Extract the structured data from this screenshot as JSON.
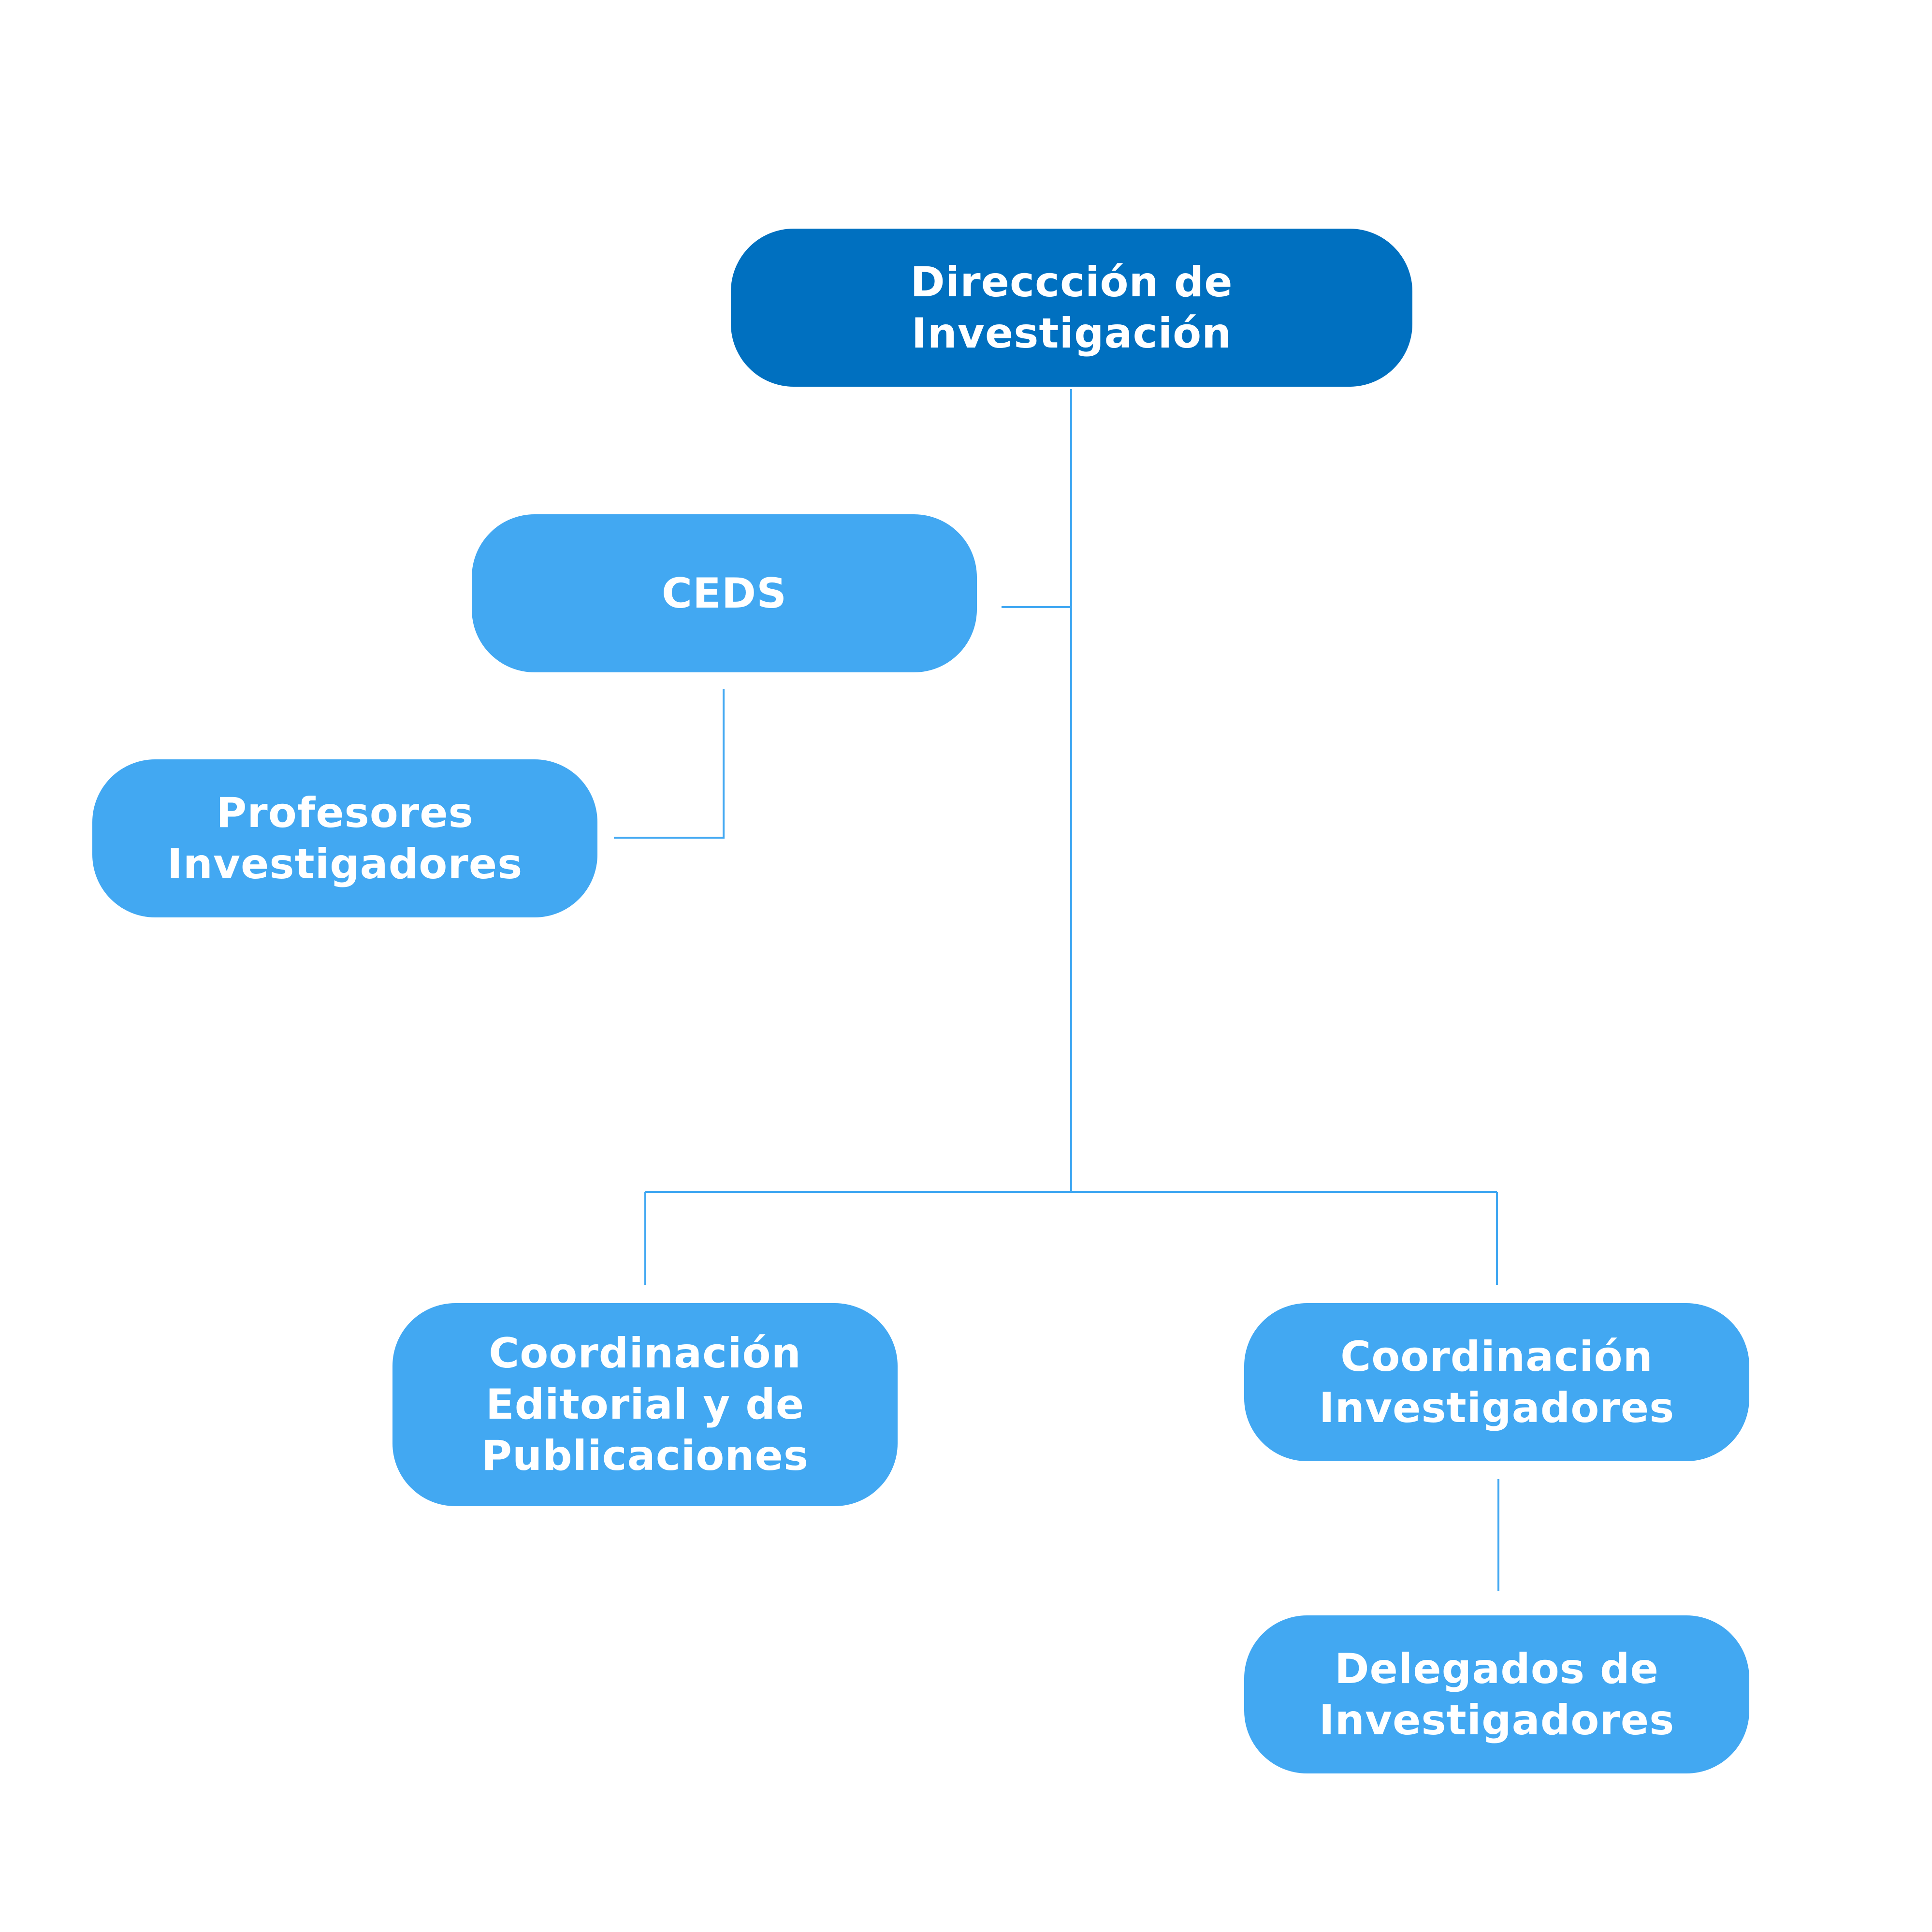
{
  "diagram": {
    "colors": {
      "root_fill": "#0070c0",
      "node_fill": "#42a8f2",
      "text": "#ffffff",
      "connector": "#42a8f2"
    },
    "nodes": {
      "root": {
        "label": "Direccción de\nInvestigación"
      },
      "ceds": {
        "label": "CEDS"
      },
      "profesores": {
        "label": "Profesores\nInvestigadores"
      },
      "editorial": {
        "label": "Coordinación\nEditorial y de\nPublicaciones"
      },
      "coord_investigadores": {
        "label": "Coordinación\nInvestigadores"
      },
      "delegados": {
        "label": "Delegados de\nInvestigadores"
      }
    },
    "edges": [
      {
        "from": "root",
        "to": "ceds"
      },
      {
        "from": "ceds",
        "to": "profesores"
      },
      {
        "from": "root",
        "to": "editorial"
      },
      {
        "from": "root",
        "to": "coord_investigadores"
      },
      {
        "from": "coord_investigadores",
        "to": "delegados"
      }
    ]
  }
}
